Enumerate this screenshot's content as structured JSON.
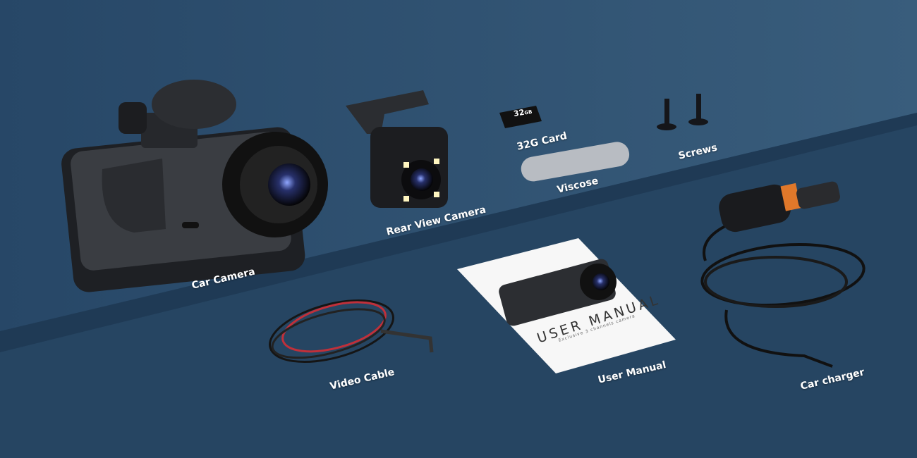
{
  "items": {
    "car_camera": "Car Camera",
    "rear_camera": "Rear View Camera",
    "sd_card": "32G Card",
    "sd_card_print": "32",
    "sd_card_unit": "GB",
    "viscose": "Viscose",
    "screws": "Screws",
    "video_cable": "Video Cable",
    "user_manual": "User Manual",
    "car_charger": "Car charger"
  },
  "manual": {
    "title": "USER MANUAL",
    "subtitle": "Exclusive 3 channels camera"
  },
  "colors": {
    "background_top": "#2f5170",
    "background_bottom": "#264562",
    "charger_accent": "#e0782a",
    "cable_red": "#c0303a"
  }
}
